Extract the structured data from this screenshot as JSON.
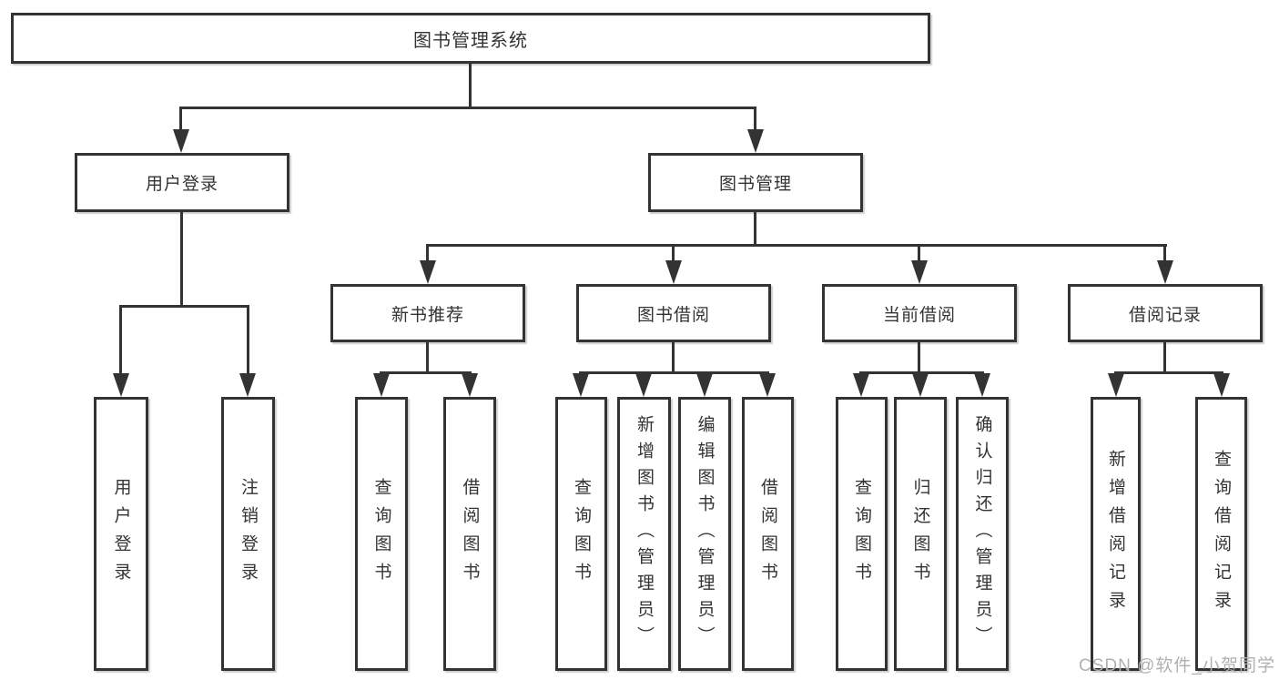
{
  "diagram_title": "图书管理系统",
  "nodes": {
    "root": {
      "label": "图书管理系统"
    },
    "user_login": {
      "label": "用户登录"
    },
    "book_mgmt": {
      "label": "图书管理"
    },
    "new_books": {
      "label": "新书推荐"
    },
    "book_borrow": {
      "label": "图书借阅"
    },
    "current_borrow": {
      "label": "当前借阅"
    },
    "borrow_records": {
      "label": "借阅记录"
    },
    "leaf_user_login": {
      "label": "用户登录"
    },
    "leaf_logout": {
      "label": "注销登录"
    },
    "leaf_nb_query": {
      "label": "查询图书"
    },
    "leaf_nb_borrow": {
      "label": "借阅图书"
    },
    "leaf_bb_query": {
      "label": "查询图书"
    },
    "leaf_bb_add": {
      "label": "新增图书（管理员）"
    },
    "leaf_bb_edit": {
      "label": "编辑图书（管理员）"
    },
    "leaf_bb_borrow": {
      "label": "借阅图书"
    },
    "leaf_cb_query": {
      "label": "查询图书"
    },
    "leaf_cb_return": {
      "label": "归还图书"
    },
    "leaf_cb_confirm": {
      "label": "确认归还（管理员）"
    },
    "leaf_br_add": {
      "label": "新增借阅记录"
    },
    "leaf_br_query": {
      "label": "查询借阅记录"
    }
  },
  "edges": [
    "图书管理系统→用户登录",
    "图书管理系统→图书管理",
    "用户登录→用户登录",
    "用户登录→注销登录",
    "图书管理→新书推荐",
    "图书管理→图书借阅",
    "图书管理→当前借阅",
    "图书管理→借阅记录",
    "新书推荐→查询图书",
    "新书推荐→借阅图书",
    "图书借阅→查询图书",
    "图书借阅→新增图书（管理员）",
    "图书借阅→编辑图书（管理员）",
    "图书借阅→借阅图书",
    "当前借阅→查询图书",
    "当前借阅→归还图书",
    "当前借阅→确认归还（管理员）",
    "借阅记录→新增借阅记录",
    "借阅记录→查询借阅记录"
  ],
  "watermark": {
    "text": "CSDN @软件_小贺同学"
  },
  "colors": {
    "line": "#333333",
    "text": "#333333",
    "watermark": "#b0b0b0",
    "background": "#ffffff"
  }
}
